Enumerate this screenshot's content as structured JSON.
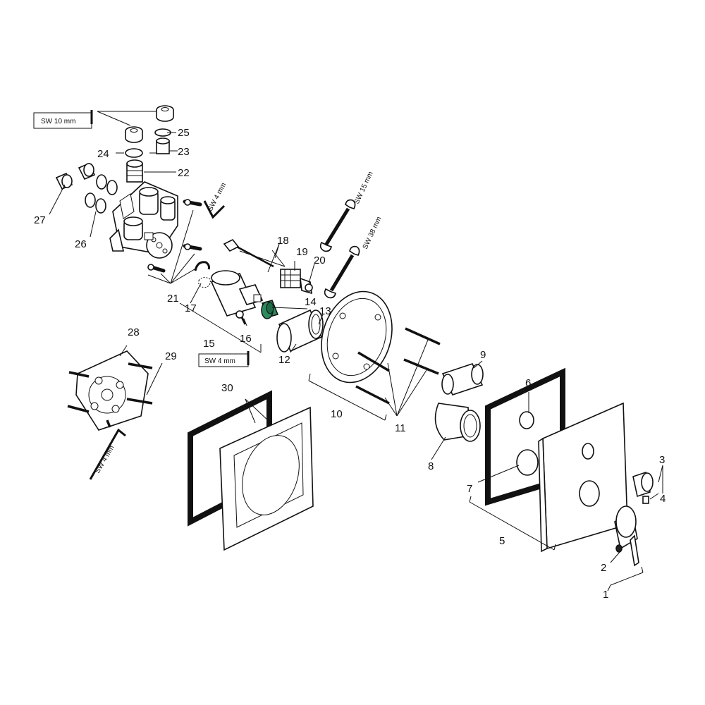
{
  "colors": {
    "line": "#111111",
    "background": "#ffffff",
    "accent_ring": "#2e8a5e"
  },
  "tools": {
    "sw10": "SW 10 mm",
    "sw4_top": "SW 4 mm",
    "sw15": "SW 15 mm",
    "sw38": "SW 38 mm",
    "sw4_mid": "SW 4 mm",
    "sw4_low": "SW 4 mm"
  },
  "labels": {
    "p1": "1",
    "p2": "2",
    "p3": "3",
    "p4": "4",
    "p5": "5",
    "p6": "6",
    "p7": "7",
    "p8": "8",
    "p9": "9",
    "p10": "10",
    "p11": "11",
    "p12": "12",
    "p13": "13",
    "p14": "14",
    "p15": "15",
    "p16": "16",
    "p17": "17",
    "p18": "18",
    "p19": "19",
    "p20": "20",
    "p21": "21",
    "p22": "22",
    "p23": "23",
    "p24": "24",
    "p25": "25",
    "p26": "26",
    "p27": "27",
    "p28": "28",
    "p29": "29",
    "p30": "30"
  },
  "icons": [
    "allen-key-icon",
    "open-end-wrench-icon"
  ]
}
